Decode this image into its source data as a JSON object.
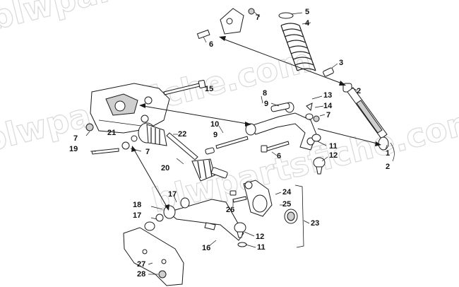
{
  "watermark": {
    "text": "blwpartsfiche.com"
  },
  "colors": {
    "ink": "#1a1a1a",
    "watermark": "#d9d9d9",
    "background": "#ffffff"
  },
  "callouts": [
    {
      "id": "c-7a",
      "label": "7"
    },
    {
      "id": "c-5",
      "label": "5"
    },
    {
      "id": "c-4",
      "label": "4"
    },
    {
      "id": "c-6a",
      "label": "6"
    },
    {
      "id": "c-3",
      "label": "3"
    },
    {
      "id": "c-2a",
      "label": "2"
    },
    {
      "id": "c-15",
      "label": "15"
    },
    {
      "id": "c-8",
      "label": "8"
    },
    {
      "id": "c-13",
      "label": "13"
    },
    {
      "id": "c-9a",
      "label": "9"
    },
    {
      "id": "c-14",
      "label": "14"
    },
    {
      "id": "c-7b",
      "label": "7"
    },
    {
      "id": "c-10",
      "label": "10"
    },
    {
      "id": "c-9b",
      "label": "9"
    },
    {
      "id": "c-22",
      "label": "22"
    },
    {
      "id": "c-7c",
      "label": "7"
    },
    {
      "id": "c-21",
      "label": "21"
    },
    {
      "id": "c-19",
      "label": "19"
    },
    {
      "id": "c-7d",
      "label": "7"
    },
    {
      "id": "c-11a",
      "label": "11"
    },
    {
      "id": "c-6b",
      "label": "6"
    },
    {
      "id": "c-12a",
      "label": "12"
    },
    {
      "id": "c-1",
      "label": "1"
    },
    {
      "id": "c-2b",
      "label": "2"
    },
    {
      "id": "c-20",
      "label": "20"
    },
    {
      "id": "c-17a",
      "label": "17"
    },
    {
      "id": "c-24",
      "label": "24"
    },
    {
      "id": "c-25",
      "label": "25"
    },
    {
      "id": "c-18",
      "label": "18"
    },
    {
      "id": "c-26",
      "label": "26"
    },
    {
      "id": "c-17b",
      "label": "17"
    },
    {
      "id": "c-23",
      "label": "23"
    },
    {
      "id": "c-12b",
      "label": "12"
    },
    {
      "id": "c-16",
      "label": "16"
    },
    {
      "id": "c-11b",
      "label": "11"
    },
    {
      "id": "c-27",
      "label": "27"
    },
    {
      "id": "c-28",
      "label": "28"
    }
  ]
}
